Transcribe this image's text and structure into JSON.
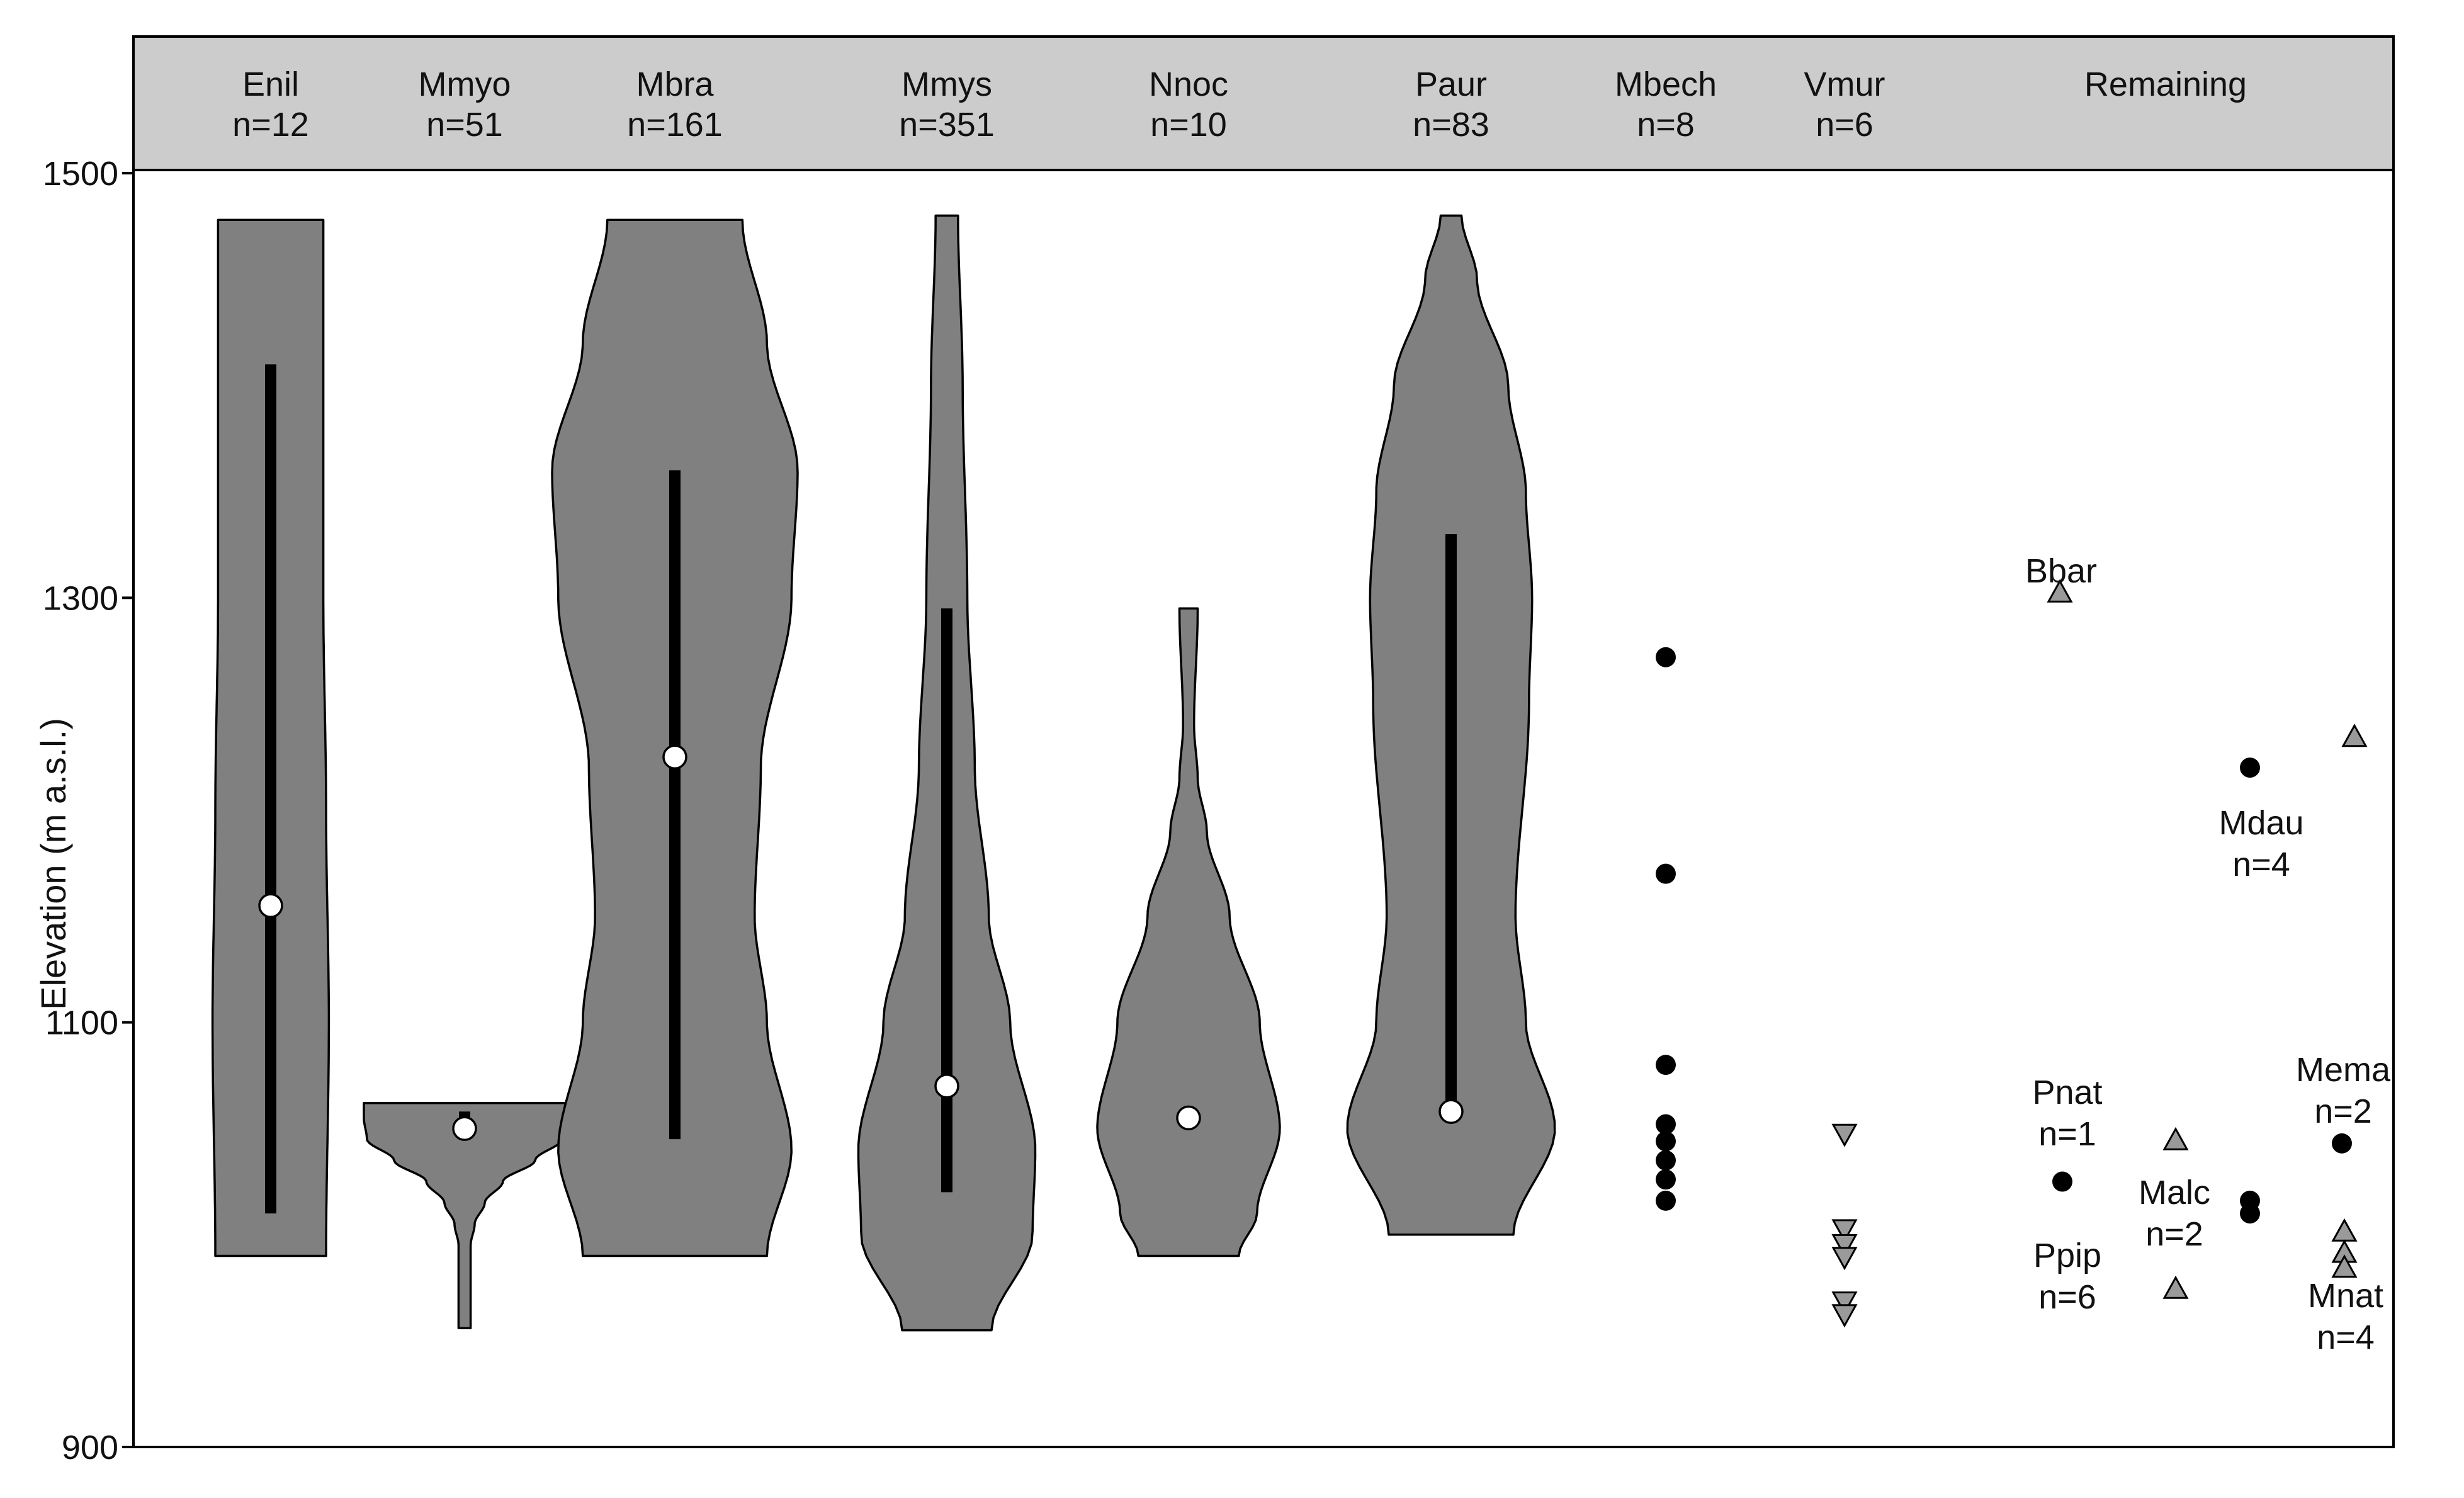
{
  "chart_data": {
    "type": "violin",
    "ylabel": "Elevation (m a.s.l.)",
    "ylim": [
      900,
      1500
    ],
    "yticks": [
      900,
      1100,
      1300,
      1500
    ],
    "grid": false,
    "groups": [
      {
        "id": "Enil",
        "n_label": "n=12",
        "min": 990,
        "max": 1478,
        "median": 1155,
        "iqr": [
          1010,
          1410
        ],
        "profile": [
          [
            990,
            1.0
          ],
          [
            1100,
            1.05
          ],
          [
            1200,
            1.0
          ],
          [
            1300,
            0.95
          ],
          [
            1400,
            0.95
          ],
          [
            1478,
            0.95
          ]
        ]
      },
      {
        "id": "Mmyo",
        "n_label": "n=51",
        "min": 956,
        "max": 1062,
        "median": 1050,
        "iqr": [
          1050,
          1058
        ],
        "profile": [
          [
            956,
            0.06
          ],
          [
            995,
            0.06
          ],
          [
            1005,
            0.1
          ],
          [
            1015,
            0.2
          ],
          [
            1025,
            0.38
          ],
          [
            1035,
            0.7
          ],
          [
            1045,
            0.97
          ],
          [
            1055,
            1.0
          ],
          [
            1062,
            1.0
          ]
        ]
      },
      {
        "id": "Mbra",
        "n_label": "n=161",
        "min": 990,
        "max": 1478,
        "median": 1225,
        "iqr": [
          1045,
          1360
        ],
        "profile": [
          [
            990,
            0.75
          ],
          [
            1040,
            0.95
          ],
          [
            1100,
            0.75
          ],
          [
            1150,
            0.65
          ],
          [
            1220,
            0.7
          ],
          [
            1300,
            0.95
          ],
          [
            1360,
            1.0
          ],
          [
            1420,
            0.75
          ],
          [
            1478,
            0.55
          ]
        ]
      },
      {
        "id": "Mmys",
        "n_label": "n=351",
        "min": 955,
        "max": 1480,
        "median": 1070,
        "iqr": [
          1020,
          1295
        ],
        "profile": [
          [
            955,
            0.48
          ],
          [
            1000,
            0.92
          ],
          [
            1040,
            0.95
          ],
          [
            1100,
            0.68
          ],
          [
            1150,
            0.45
          ],
          [
            1220,
            0.3
          ],
          [
            1300,
            0.22
          ],
          [
            1400,
            0.17
          ],
          [
            1480,
            0.12
          ]
        ]
      },
      {
        "id": "Nnoc",
        "n_label": "n=10",
        "min": 990,
        "max": 1295,
        "median": 1055,
        "iqr": [
          1055,
          1060
        ],
        "profile": [
          [
            990,
            0.55
          ],
          [
            1010,
            0.75
          ],
          [
            1050,
            1.0
          ],
          [
            1100,
            0.78
          ],
          [
            1150,
            0.45
          ],
          [
            1190,
            0.2
          ],
          [
            1215,
            0.1
          ],
          [
            1240,
            0.06
          ],
          [
            1295,
            0.1
          ]
        ]
      },
      {
        "id": "Paur",
        "n_label": "n=83",
        "min": 1000,
        "max": 1480,
        "median": 1058,
        "iqr": [
          1058,
          1330
        ],
        "profile": [
          [
            1000,
            0.6
          ],
          [
            1050,
            1.0
          ],
          [
            1100,
            0.72
          ],
          [
            1150,
            0.62
          ],
          [
            1250,
            0.75
          ],
          [
            1300,
            0.78
          ],
          [
            1350,
            0.72
          ],
          [
            1400,
            0.55
          ],
          [
            1450,
            0.25
          ],
          [
            1480,
            0.1
          ]
        ]
      }
    ],
    "point_groups": [
      {
        "id": "Mbech",
        "n_label": "n=8",
        "marker": "circle",
        "values": [
          1272,
          1170,
          1080,
          1052,
          1044,
          1035,
          1026,
          1016
        ]
      },
      {
        "id": "Vmur",
        "n_label": "n=6",
        "marker": "triangle-down",
        "values": [
          1047,
          1002,
          995,
          989,
          968,
          962
        ]
      }
    ],
    "remaining": {
      "title": "Remaining",
      "points": [
        {
          "species": "Bbar",
          "marker": "triangle-up",
          "y": 1303
        },
        {
          "species": "Pnat",
          "marker": "circle",
          "y": 1025
        },
        {
          "species": "Malc",
          "marker": "triangle-up",
          "y": 1045
        },
        {
          "species": "Malc",
          "marker": "triangle-up",
          "y": 975
        },
        {
          "species": "Mdau",
          "marker": "circle",
          "y": 1220
        },
        {
          "species": "Mdau",
          "marker": "circle",
          "y": 1016
        },
        {
          "species": "Mdau",
          "marker": "circle",
          "y": 1010
        },
        {
          "species": "Mema",
          "marker": "triangle-up",
          "y": 1235
        },
        {
          "species": "Mema",
          "marker": "circle",
          "y": 1043
        },
        {
          "species": "Mnat",
          "marker": "triangle-up",
          "y": 1002
        },
        {
          "species": "Mnat",
          "marker": "triangle-up",
          "y": 992
        },
        {
          "species": "Mnat",
          "marker": "triangle-up",
          "y": 985
        }
      ],
      "labels": [
        {
          "lines": [
            "Bbar"
          ]
        },
        {
          "lines": [
            "Pnat",
            "n=1"
          ]
        },
        {
          "lines": [
            "Ppip",
            "n=6"
          ]
        },
        {
          "lines": [
            "Malc",
            "n=2"
          ]
        },
        {
          "lines": [
            "Mdau",
            "n=4"
          ]
        },
        {
          "lines": [
            "Mema",
            "n=2"
          ]
        },
        {
          "lines": [
            "Mnat",
            "n=4"
          ]
        }
      ]
    },
    "colors": {
      "violin_fill": "#808080",
      "triangle_fill": "#9a9a9a",
      "header_fill": "#cccccc",
      "ink": "#000000",
      "median_fill": "#ffffff"
    }
  }
}
